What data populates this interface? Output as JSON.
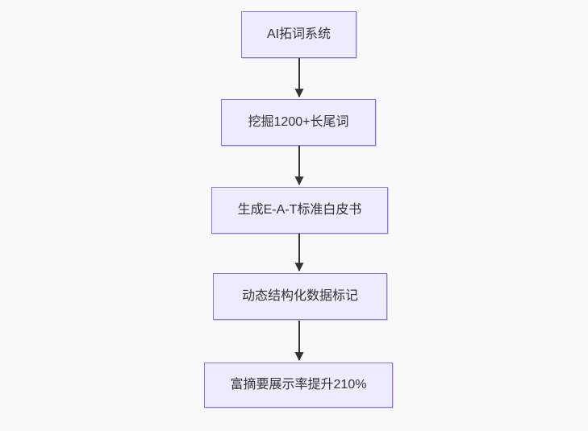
{
  "diagram": {
    "type": "flowchart",
    "direction": "top-down",
    "nodes": [
      {
        "label": "AI拓词系统"
      },
      {
        "label": "挖掘1200+长尾词"
      },
      {
        "label": "生成E-A-T标准白皮书"
      },
      {
        "label": "动态结构化数据标记"
      },
      {
        "label": "富摘要展示率提升210%"
      }
    ],
    "edges": [
      {
        "from": 0,
        "to": 1
      },
      {
        "from": 1,
        "to": 2
      },
      {
        "from": 2,
        "to": 3
      },
      {
        "from": 3,
        "to": 4
      }
    ]
  },
  "colors": {
    "background": "#f9f9f9",
    "node_fill": "#ececff",
    "node_border": "#9370db",
    "node_text": "#333333",
    "edge": "#333333"
  }
}
